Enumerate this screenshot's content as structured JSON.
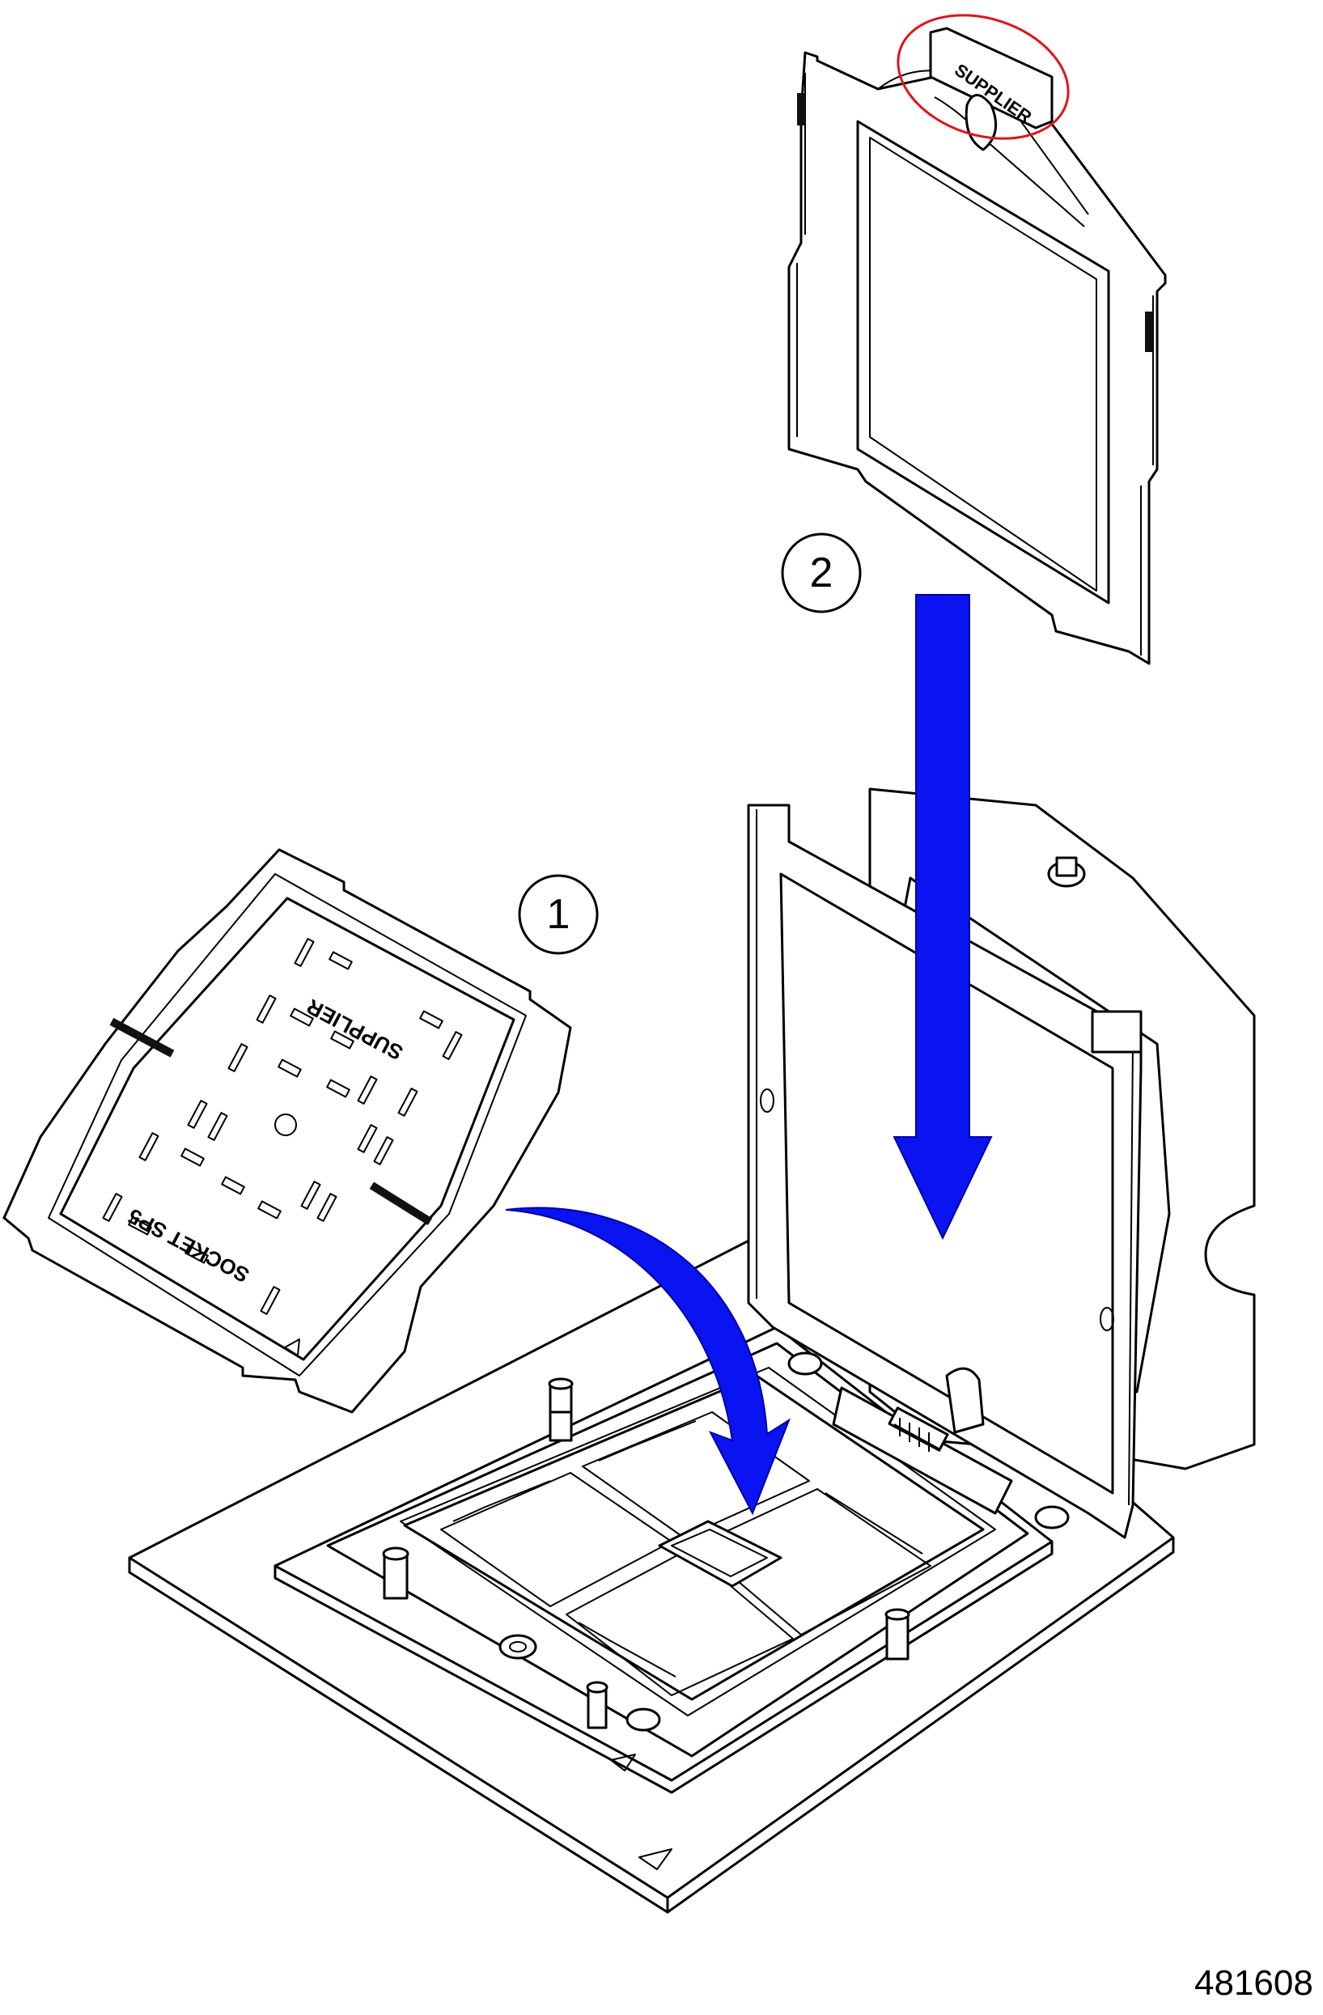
{
  "step_callouts": {
    "step1": "1",
    "step2": "2"
  },
  "part_markings": {
    "cap_supplier": "SUPPLIER",
    "cap_socket": "SOCKET SP5",
    "carrier_tab_supplier": "SUPPLIER"
  },
  "figure_id": "481608",
  "colors": {
    "arrow": "#0a14f0",
    "highlight_circle": "#e0141e",
    "line": "#000000"
  }
}
